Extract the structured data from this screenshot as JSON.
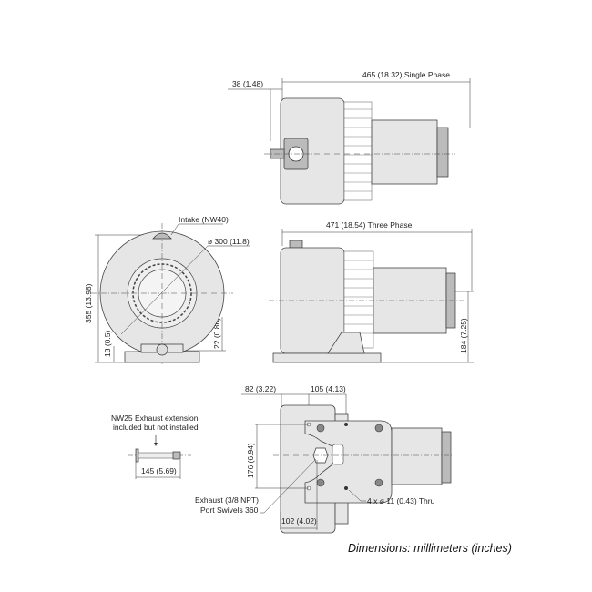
{
  "labels": {
    "single_phase_length": "465 (18.32) Single Phase",
    "intake_offset": "38 (1.48)",
    "three_phase_length": "471 (18.54) Three Phase",
    "intake": "Intake (NW40)",
    "diameter": "ø 300 (11.8)",
    "height": "355 (13.98)",
    "base_thickness": "13 (0.5)",
    "exhaust_height": "22 (0.86)",
    "motor_height": "184 (7.25)",
    "front_offset": "82 (3.22)",
    "hole_spacing_x": "105 (4.13)",
    "hole_spacing_y": "176 (6.94)",
    "mount_holes": "4 x ø 11 (0.43) Thru",
    "exhaust_line1": "Exhaust (3/8 NPT)",
    "exhaust_line2": "Port Swivels 360",
    "exhaust_offset": "102 (4.02)",
    "nw25_line1": "NW25 Exhaust extension",
    "nw25_line2": "included but not installed",
    "extension_length": "145 (5.69)"
  },
  "caption": "Dimensions: millimeters (inches)"
}
